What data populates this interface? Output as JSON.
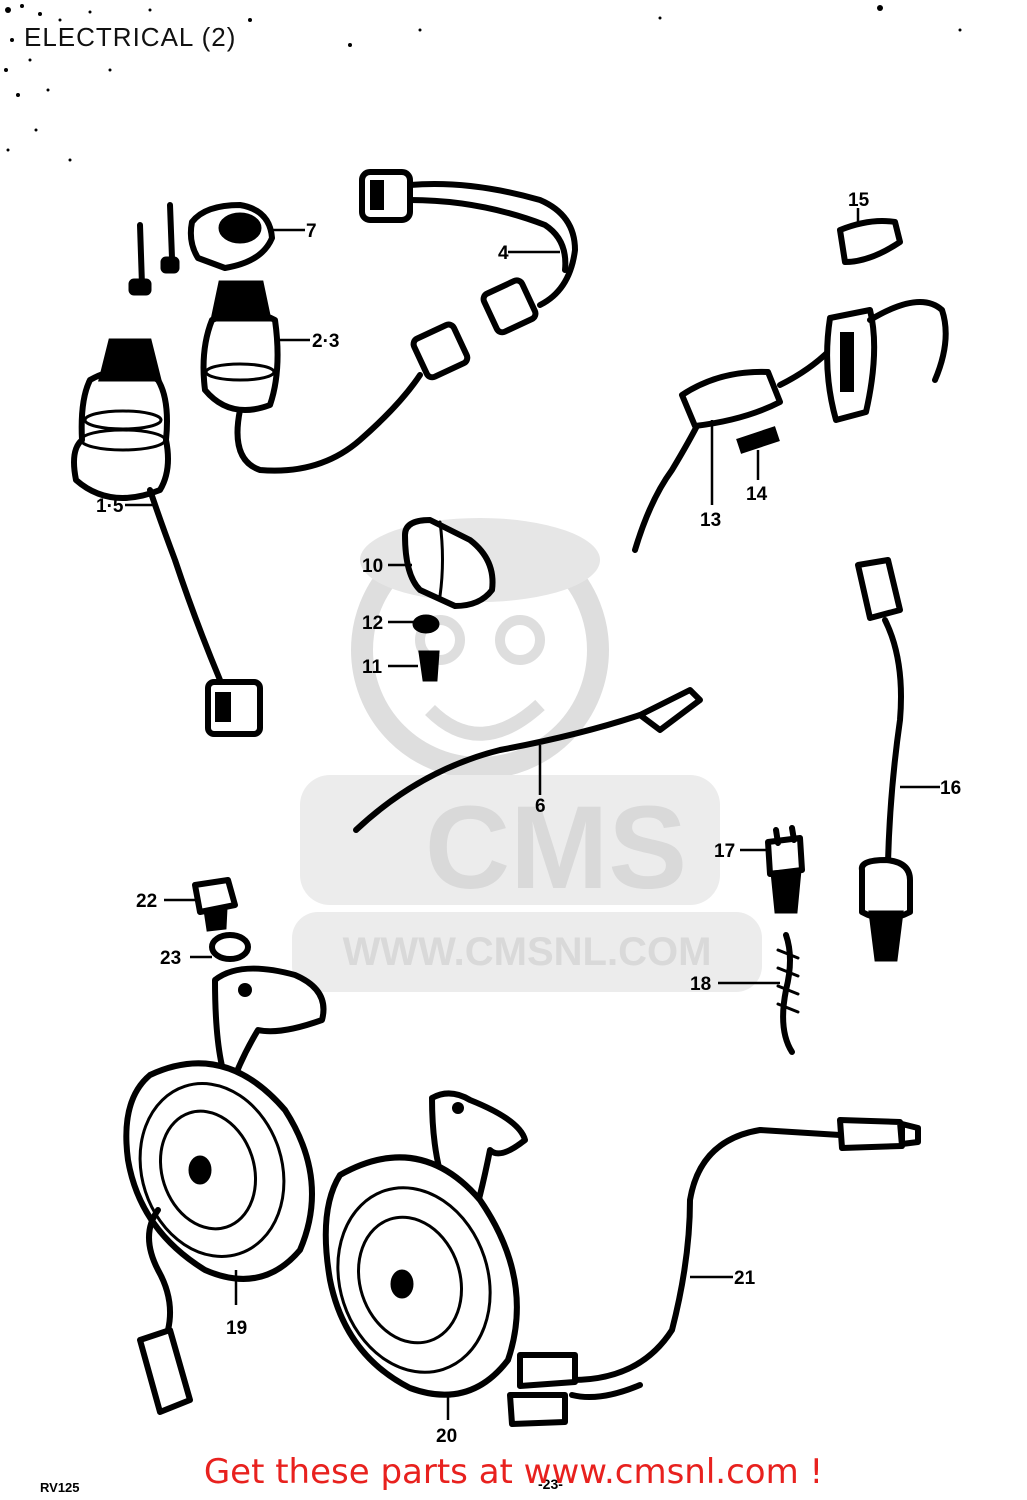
{
  "title": "ELECTRICAL (2)",
  "page_code": "RV125",
  "page_number": "-23-",
  "banner": "Get these parts at www.cmsnl.com !",
  "watermark": {
    "name": "CMS",
    "url": "WWW.CMSNL.COM"
  },
  "callouts": {
    "c7": "7",
    "c4": "4",
    "c2_3": "2·3",
    "c1_5": "1·5",
    "c15": "15",
    "c13": "13",
    "c14": "14",
    "c10": "10",
    "c12": "12",
    "c11": "11",
    "c6": "6",
    "c16": "16",
    "c17": "17",
    "c18": "18",
    "c22": "22",
    "c23": "23",
    "c19": "19",
    "c20": "20",
    "c21": "21"
  },
  "colors": {
    "banner": "#e8211e",
    "watermark": "#d9d9d9",
    "ink": "#000000"
  }
}
